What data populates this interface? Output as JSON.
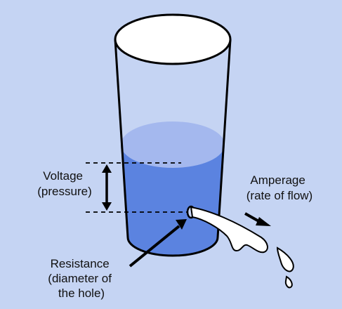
{
  "colors": {
    "background": "#c5d4f3",
    "water_surface": "#a4b8ee",
    "water": "#5b83e0",
    "glass": "#ffffff",
    "outline": "#000000"
  },
  "labels": {
    "voltage": [
      "Voltage",
      "(pressure)"
    ],
    "amperage": [
      "Amperage",
      "(rate of flow)"
    ],
    "resistance": [
      "Resistance",
      "(diameter of",
      "the hole)"
    ]
  },
  "icons": {
    "voltage_indicator": "double-headed-arrow",
    "flow_indicator": "arrow-right",
    "hole_pointer": "arrow-up-right"
  }
}
